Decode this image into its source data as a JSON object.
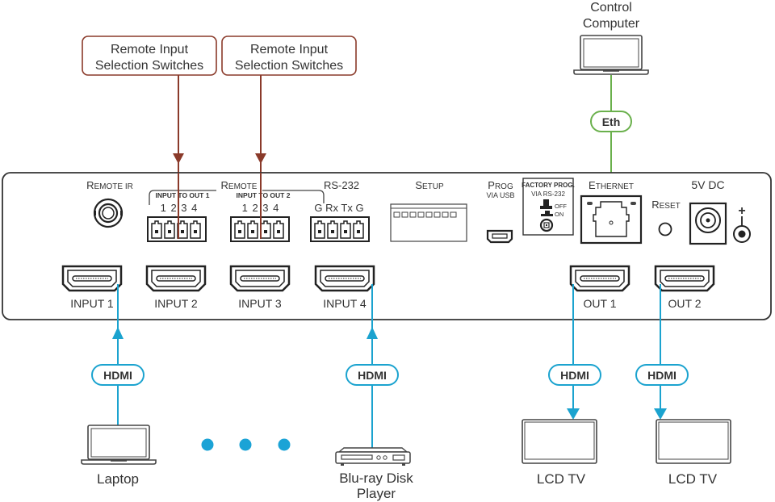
{
  "colors": {
    "hdmi_cable": "#1ba3cf",
    "ethernet_cable": "#6ab04c",
    "callout": "#8a3a2a",
    "panel_stroke": "#333333",
    "dots": "#1ba3d6"
  },
  "callouts": [
    {
      "line1": "Remote Input",
      "line2": "Selection Switches"
    },
    {
      "line1": "Remote Input",
      "line2": "Selection Switches"
    }
  ],
  "control_computer": {
    "line1": "Control",
    "line2": "Computer",
    "cable_label": "Eth"
  },
  "panel": {
    "remote_ir": {
      "label_big": "R",
      "label_small": "EMOTE IR"
    },
    "remote_group": {
      "label_big": "R",
      "label_small": "EMOTE"
    },
    "input_to_out1": {
      "label": "INPUT TO OUT 1",
      "pins": "1 2 3 4"
    },
    "input_to_out2": {
      "label": "INPUT TO OUT 2",
      "pins": "1 2 3 4"
    },
    "rs232": {
      "label": "RS-232",
      "pins": "G Rx Tx G"
    },
    "setup": {
      "label_big": "S",
      "label_small": "ETUP"
    },
    "prog": {
      "label_big": "P",
      "label_small": "ROG",
      "sub": "VIA USB"
    },
    "factory_prog": {
      "title": "FACTORY PROG.",
      "sub": "VIA RS-232",
      "off": "OFF",
      "on": "ON"
    },
    "ethernet": {
      "label_big": "E",
      "label_small": "THERNET"
    },
    "reset": {
      "label_big": "R",
      "label_small": "ESET"
    },
    "power": {
      "label": "5V DC",
      "polarity": "+"
    },
    "hdmi_ports": [
      {
        "label": "INPUT 1"
      },
      {
        "label": "INPUT 2"
      },
      {
        "label": "INPUT 3"
      },
      {
        "label": "INPUT 4"
      },
      {
        "label": "OUT 1"
      },
      {
        "label": "OUT 2"
      }
    ]
  },
  "cable_label": "HDMI",
  "devices": {
    "laptop": {
      "label": "Laptop"
    },
    "bluray": {
      "line1": "Blu-ray Disk",
      "line2": "Player"
    },
    "tv1": {
      "label": "LCD TV"
    },
    "tv2": {
      "label": "LCD TV"
    }
  }
}
